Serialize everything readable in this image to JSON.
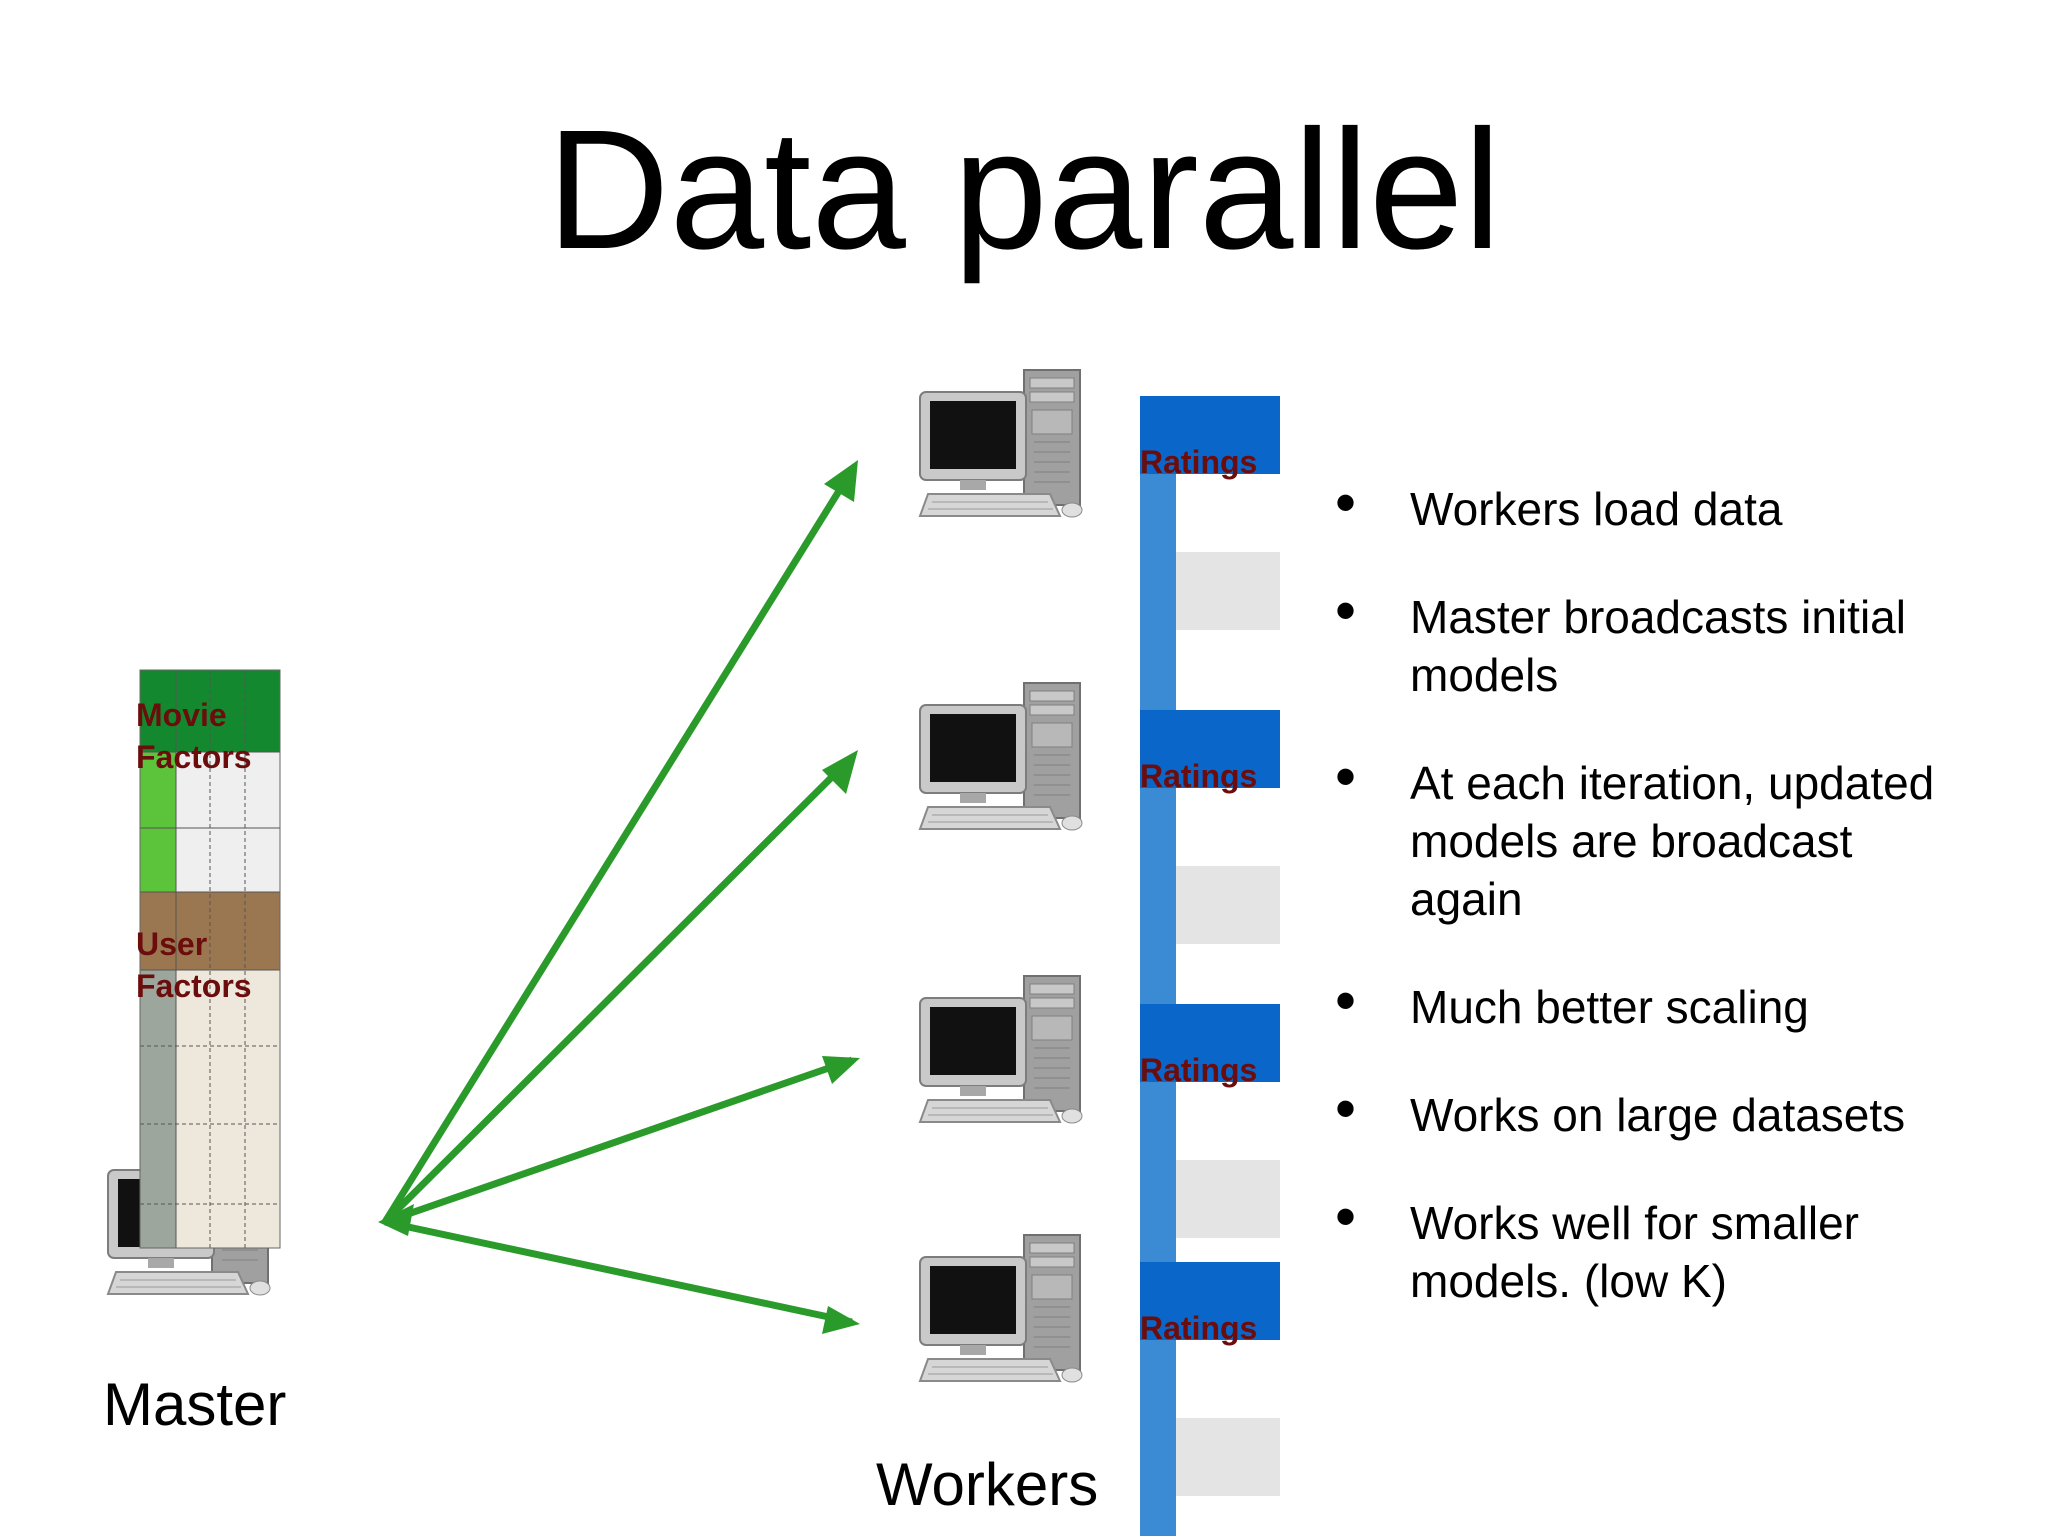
{
  "slide": {
    "title": "Data parallel"
  },
  "master": {
    "label": "Master",
    "movie_factors_label": "Movie Factors",
    "user_factors_label": "User Factors"
  },
  "workers": {
    "label": "Workers",
    "ratings_label": "Ratings"
  },
  "bullets": [
    "Workers load data",
    "Master broadcasts initial models",
    "At each iteration, updated models are broadcast again",
    "Much better scaling",
    "Works on large datasets",
    "Works well for smaller models. (low K)"
  ],
  "colors": {
    "arrow": "#2a9a2a",
    "movie_factors_header": "#14882e",
    "movie_factors_column": "#5cc43a",
    "user_factors_header": "#9a7750",
    "user_factors_column": "#9ca69c",
    "ratings_header": "#0a66c8",
    "ratings_bar": "#3a8ad4",
    "ratings_cell": "#e4e4e4",
    "label_text": "#6b0d0d"
  }
}
